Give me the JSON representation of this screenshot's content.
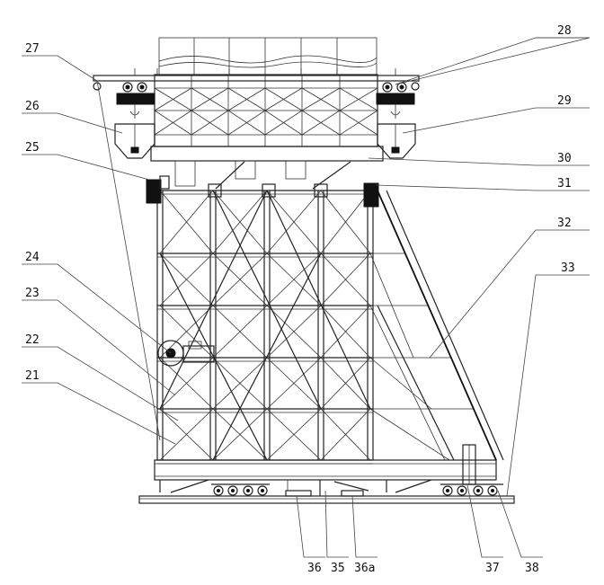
{
  "labels": {
    "l21": "21",
    "l22": "22",
    "l23": "23",
    "l24": "24",
    "l25": "25",
    "l26": "26",
    "l27": "27",
    "l28": "28",
    "l29": "29",
    "l30": "30",
    "l31": "31",
    "l32": "32",
    "l33": "33",
    "l35": "35",
    "l36": "36",
    "l36a": "36a",
    "l37": "37",
    "l38": "38"
  },
  "colors": {
    "line": "#222222",
    "background": "#ffffff"
  }
}
